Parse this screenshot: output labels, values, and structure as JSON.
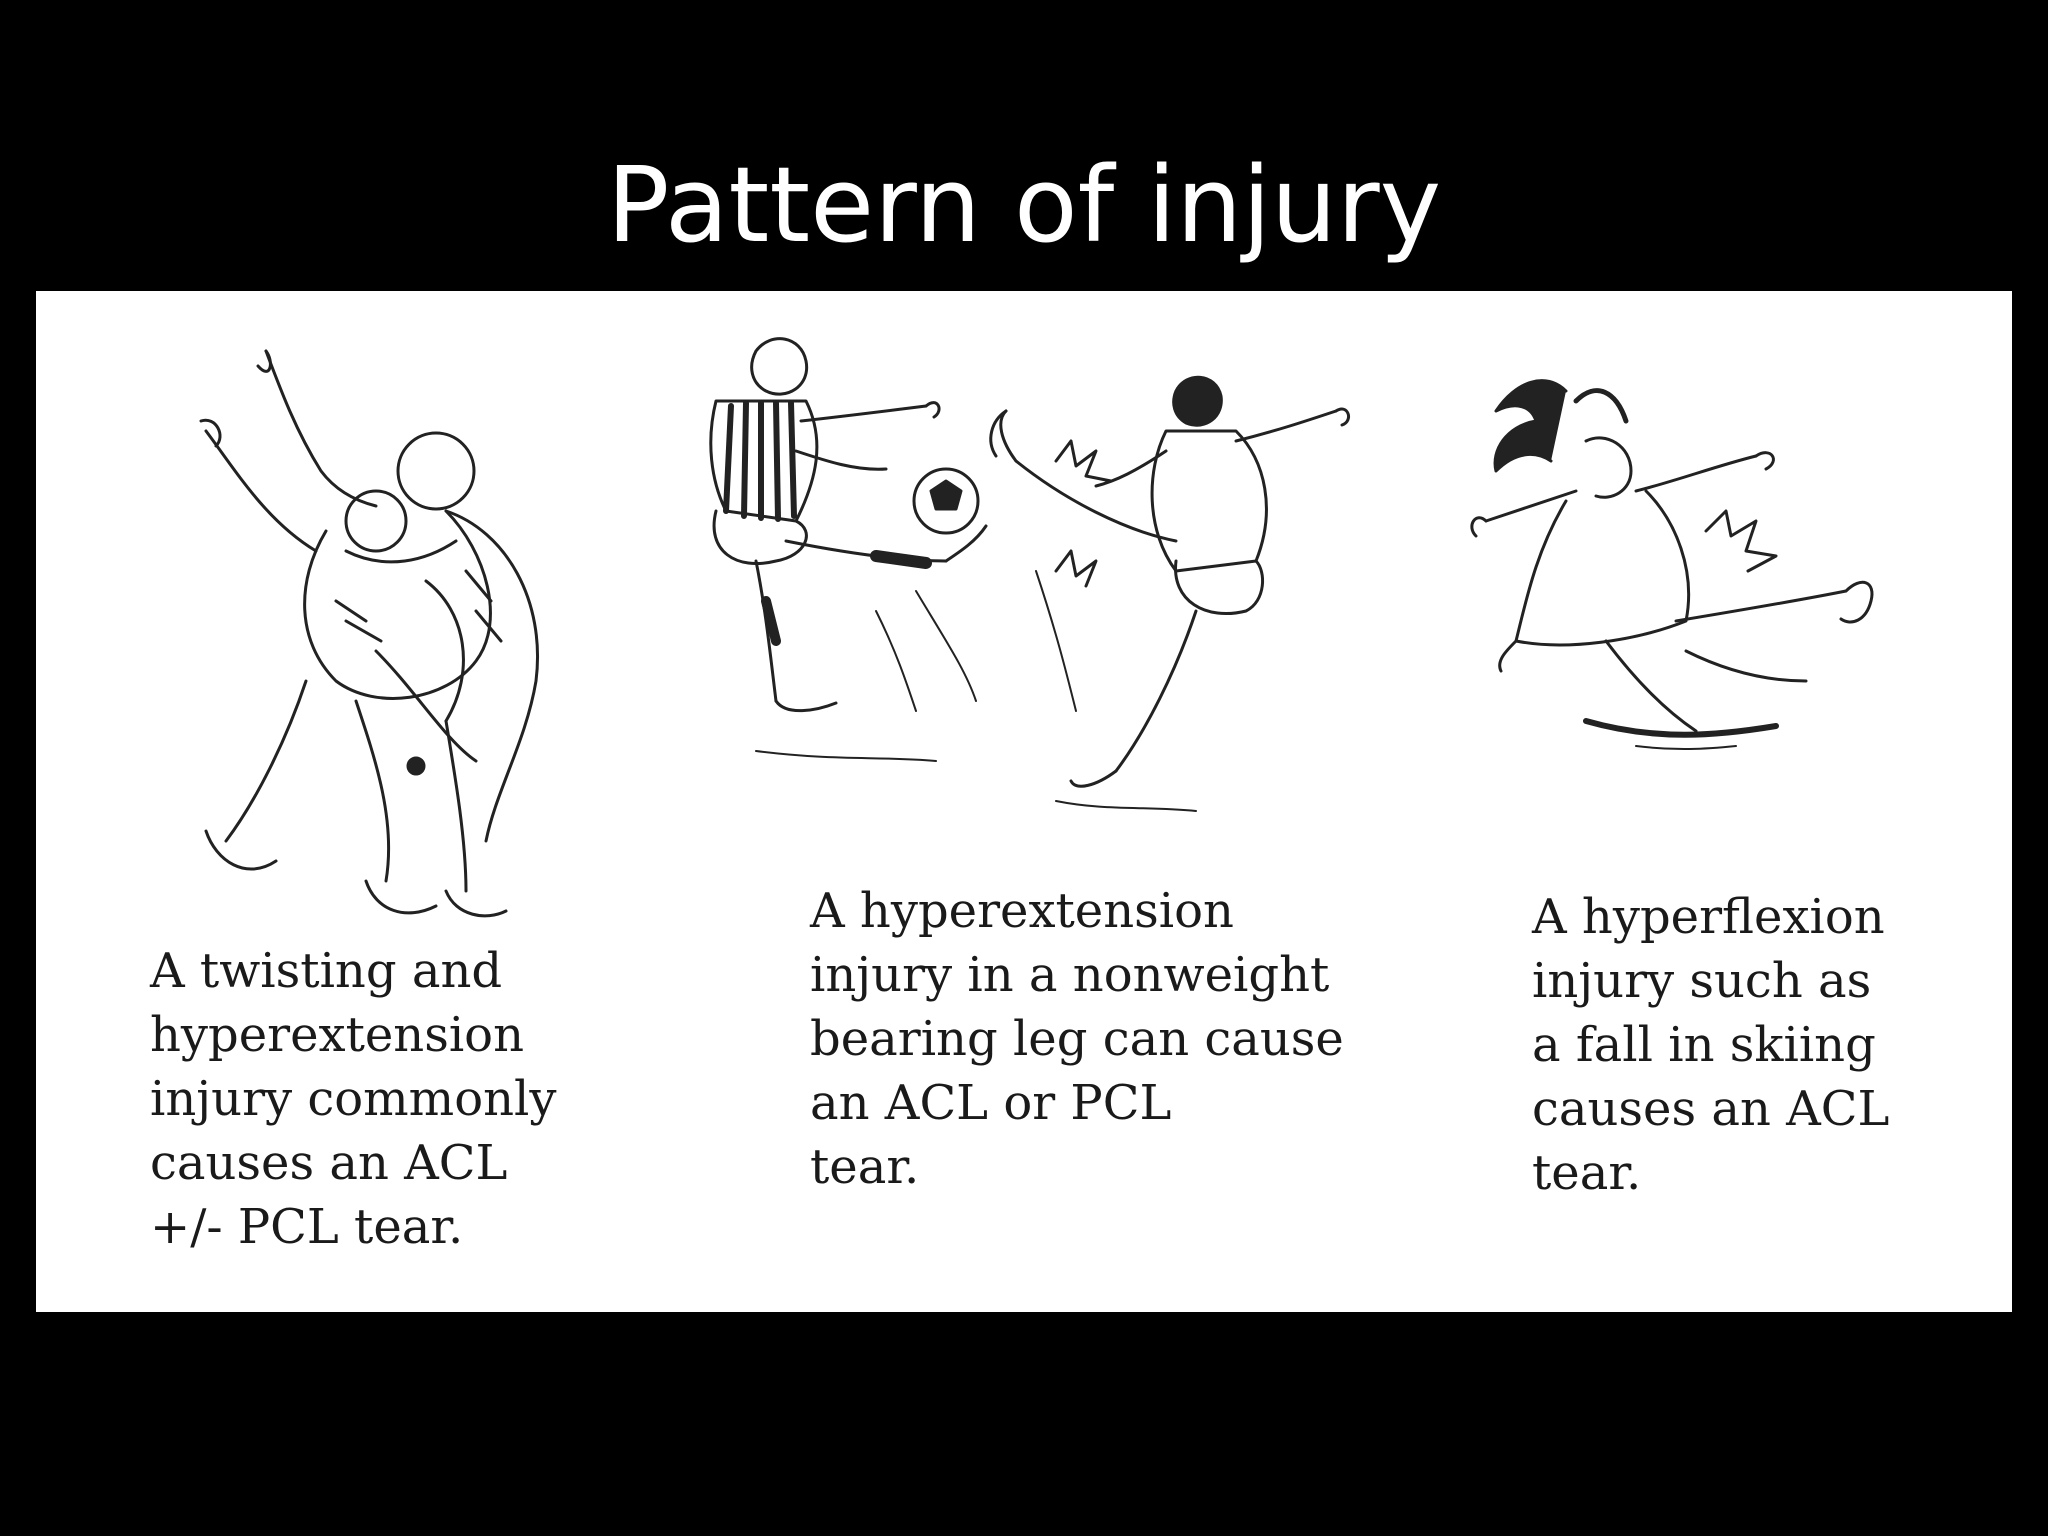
{
  "slide": {
    "title": "Pattern of injury"
  },
  "panels": [
    {
      "illustration": "twisting-tackle-illustration",
      "caption": "A twisting and\nhyperextension\ninjury commonly\ncauses an ACL\n+/- PCL tear."
    },
    {
      "illustration": "soccer-kick-collision-illustration",
      "caption": "A hyperextension\ninjury in a nonweight\nbearing leg can cause\nan ACL or PCL\ntear."
    },
    {
      "illustration": "skiing-fall-illustration",
      "caption": "A hyperflexion\ninjury such as\na fall in skiing\ncauses an ACL\ntear."
    }
  ],
  "colors": {
    "background": "#000000",
    "panel": "#ffffff",
    "title": "#ffffff",
    "ink": "#1a1a1a"
  }
}
